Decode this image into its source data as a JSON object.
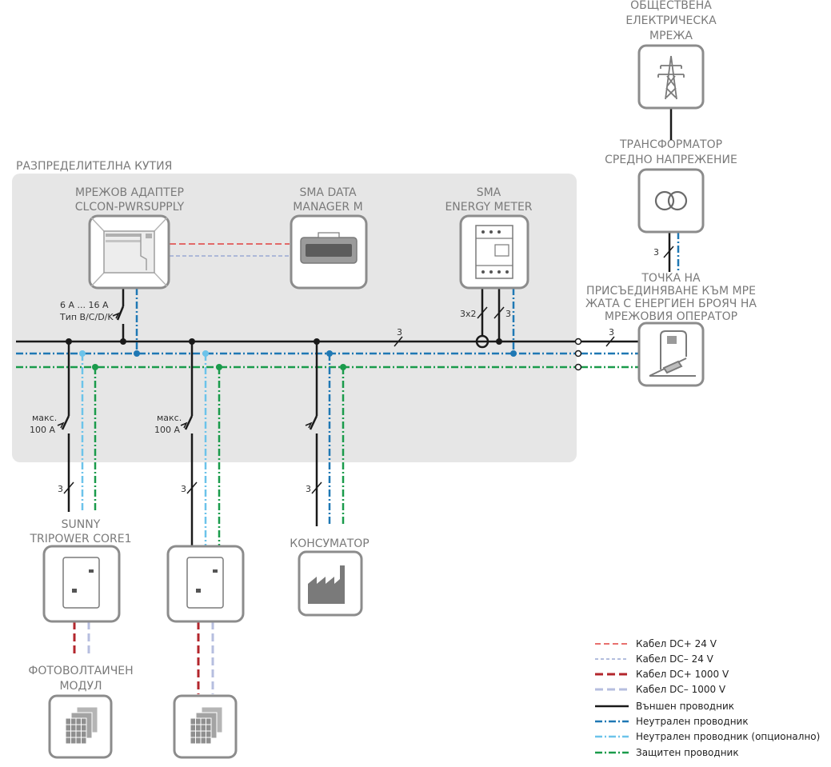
{
  "labels": {
    "grid": [
      "ОБЩЕСТВЕНА",
      "ЕЛЕКТРИЧЕСКА",
      "МРЕЖА"
    ],
    "transformer": [
      "ТРАНСФОРМАТОР",
      "СРЕДНО НАПРЕЖЕНИЕ"
    ],
    "connection_point": [
      "ТОЧКА НА",
      "ПРИСЪЕДИНЯВАНЕ КЪМ МРЕ",
      "ЖАТА С ЕНЕРГИЕН БРОЯЧ НА",
      "МРЕЖОВИЯ ОПЕРАТОР"
    ],
    "distribution_box": "РАЗПРЕДЕЛИТЕЛНА КУТИЯ",
    "power_supply": [
      "МРЕЖОВ АДАПТЕР",
      "CLCON-PWRSUPPLY"
    ],
    "data_manager": [
      "SMA DATA",
      "MANAGER M"
    ],
    "energy_meter": [
      "SMA",
      "ENERGY METER"
    ],
    "inverter": [
      "SUNNY",
      "TRIPOWER CORE1"
    ],
    "consumer": "КОНСУМАТОР",
    "pv_module": [
      "ФОТОВОЛТАИЧЕН",
      "МОДУЛ"
    ],
    "breaker_rating": [
      "6 A ... 16 A",
      "Тип B/C/D/K"
    ],
    "max_current_1": [
      "макс.",
      "100 A"
    ],
    "max_current_2": [
      "макс.",
      "100 A"
    ],
    "wire_count_3": "3",
    "wire_count_3x2": "3x2"
  },
  "legend": [
    {
      "label": "Кабел DC+ 24 V",
      "color": "#e0413f",
      "style": "dash-thin"
    },
    {
      "label": "Кабел DC– 24 V",
      "color": "#9aa8d4",
      "style": "dash-thin"
    },
    {
      "label": "Кабел DC+ 1000 V",
      "color": "#b3262c",
      "style": "dash-thick"
    },
    {
      "label": "Кабел DC– 1000 V",
      "color": "#b6bedf",
      "style": "dash-thick"
    },
    {
      "label": "Външен проводник",
      "color": "#1a1a1a",
      "style": "solid"
    },
    {
      "label": "Неутрален проводник",
      "color": "#1f78b4",
      "style": "dashdot"
    },
    {
      "label": "Неутрален проводник (опционално)",
      "color": "#6cc3ea",
      "style": "dashdot"
    },
    {
      "label": "Защитен проводник",
      "color": "#1a9b4b",
      "style": "dashdot"
    }
  ],
  "colors": {
    "outer_conductor": "#1a1a1a",
    "neutral": "#1f78b4",
    "neutral_optional": "#6cc3ea",
    "protective": "#1a9b4b",
    "dc_plus_24": "#e0413f",
    "dc_minus_24": "#9aa8d4",
    "dc_plus_1000": "#b3262c",
    "dc_minus_1000": "#b6bedf",
    "box_border": "#8c8c8c",
    "panel_bg": "#e6e6e6"
  }
}
